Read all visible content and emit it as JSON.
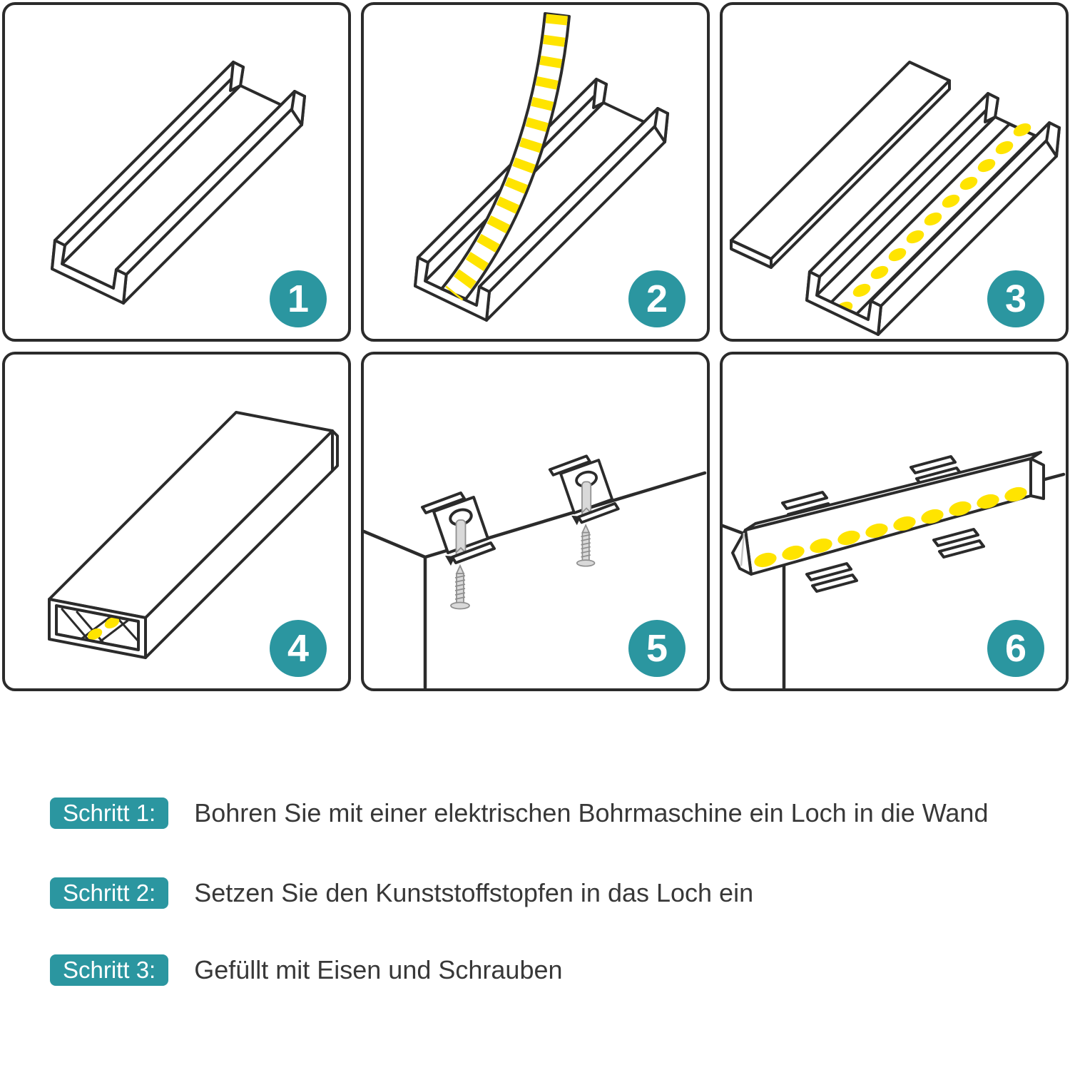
{
  "colors": {
    "accent_teal": "#2B96A0",
    "led_yellow": "#FFE400",
    "line_dark": "#2B2B2B",
    "text_dark": "#383838"
  },
  "panels": [
    {
      "number": "1",
      "illustration": "u-channel-aluminum-profile"
    },
    {
      "number": "2",
      "illustration": "insert-led-strip-into-channel"
    },
    {
      "number": "3",
      "illustration": "channel-with-led-strip-and-cover"
    },
    {
      "number": "4",
      "illustration": "assembled-closed-profile"
    },
    {
      "number": "5",
      "illustration": "ceiling-clips-anchors-screws"
    },
    {
      "number": "6",
      "illustration": "profile-mounted-on-clips"
    }
  ],
  "instructions": [
    {
      "badge": "Schritt 1:",
      "text": "Bohren Sie mit einer elektrischen Bohrmaschine ein Loch in die Wand"
    },
    {
      "badge": "Schritt 2:",
      "text": "Setzen Sie den Kunststoffstopfen in das Loch ein"
    },
    {
      "badge": "Schritt 3:",
      "text": "Gefüllt mit Eisen und Schrauben"
    }
  ]
}
